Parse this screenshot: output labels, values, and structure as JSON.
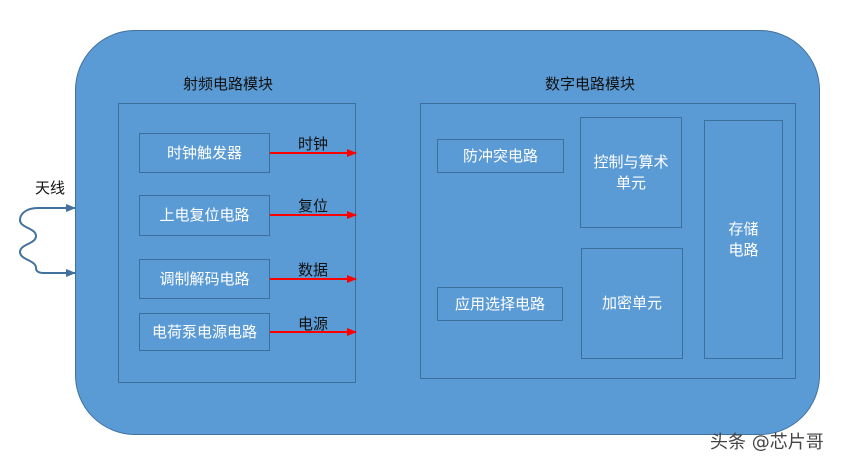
{
  "antenna": {
    "label": "天线"
  },
  "rf_module": {
    "title": "射频电路模块",
    "blocks": [
      "时钟触发器",
      "上电复位电路",
      "调制解码电路",
      "电荷泵电源电路"
    ],
    "signals": [
      "时钟",
      "复位",
      "数据",
      "电源"
    ]
  },
  "digital_module": {
    "title": "数字电路模块",
    "anticollision": "防冲突电路",
    "app_select": "应用选择电路",
    "control_arith": [
      "控制与算术",
      "单元"
    ],
    "encryption": "加密单元",
    "storage": [
      "存储",
      "电路"
    ]
  },
  "watermark": "头条 @芯片哥",
  "colors": {
    "chip_fill": "#5b9bd5",
    "border": "#3c6f9c",
    "arrow": "#ff0000",
    "antenna": "#41719c"
  }
}
